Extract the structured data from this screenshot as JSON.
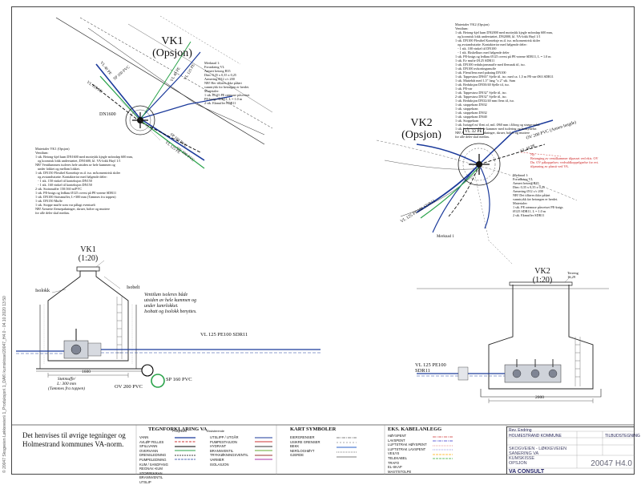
{
  "vk1": {
    "title": "VK1",
    "subtitle": "(Opsjon)",
    "section_title": "VK1",
    "section_scale": "(1:20)",
    "labels": {
      "dn1600": "DN1600",
      "merkeskilt": "Merkeskilt",
      "isolokk": "Isolokk",
      "isobelt": "Isobelt",
      "ventilnote": "Ventilum isoleres både\nutsiden av hele kummen og\nunder lumrlokket.\nIsobatt og Isolokk benyttes.",
      "vl_pipe": "VL 125 PE100 SDR11",
      "stossmuffe": "Støtmuffe/",
      "stossmuffe2": "L: 300 mm",
      "stossmuffe3": "(Tømmes fra toppen)",
      "dim_width": "1600",
      "ov": "OV 200 PVC",
      "sp": "SP 160 PVC",
      "pipe_vl125": "VL 125 PE",
      "pipe_sp160": "SP 160 PVC",
      "pipe_ov200": "OV 200 PVC"
    },
    "notes_right": "Merknad 1:\nForankring VL\nArmert betong B35\nDim: 0,35 x 0,35 x 0,25\nArmering Ø12 c/c 200\nNB! Her tilføres ikke påført\nvanntrykk for betongen er herdet.\nMaterialer:\n1 stk. Ø125 PE rørmuse påsveiset\nPE-knigs SDR11, L = 1.0 m\n2 stk. Ekmuffer SDR11",
    "materials": "Materialer VK1 (Opsjon)\nVentilum:\n1 stk. Betong-kjel kum DN1600 med mottrykk kjegle m/innløp 600 mm,\n   og koonsisk lokk understøttet, DN1600, kl. VA-lokk Huyl 1/1\nNB! Ventilummen isoleres hele utsiden av hele kummen og\n   under lokket og mellom lokket.\n1 stk. DN150 Flexibel Konteksje m.tl. iso. m/konsentrisk skiler\n   og avstandsstøtte. Kontakterior med følgende deler:\n   - 1 stk. 150 vinkel til konteksjon DN150\n   - 1 stk. 160 vinkel til konteksjon DN150\n2 stk. Stoismuffer 150/160 m/PVC\n1 stk. PE-knigs og ledknu Ø125 overst på PE-rørene SDR11\n1 stk. DN100 Stoismuffer, L=300 mm (Tømmes fra toppen)\n1 stk. DN150 Muffe\n1 stk. Stoppe muffe som var pålagt eventuelt\nNB! Armerte flensepakninger, skruer, bolter og muttere\nfor alle deler skal medtas."
  },
  "vk2": {
    "title": "VK2",
    "subtitle": "(Opsjon)",
    "section_title": "VK2",
    "section_scale": "(1:20)",
    "labels": {
      "vl32": "VL 32 PE",
      "vl40": "VL 40 PE",
      "ov200": "OV 200 PVC (Annen lengde)",
      "vl125": "VL 125 PE100 SDR11",
      "merknad": "Merknad 1",
      "terreng": "Terreng",
      "terreng_val": "16,29",
      "dim_width": "2000",
      "vl_pipe": "VL 125 PE100",
      "vl_pipe2": "SDR11",
      "red_note": "Ny:\nBetonging av ventilkammer tilpasset ved ekis. OV\nDn. OV påkoppelses: vedvaldkoppelgaelse for evt.\ntilpasning av plassit ved VA.",
      "sp200": "SP 200 PVC"
    },
    "notes_top": "Materialer VK2 (Opsjon)\nVentilum:\n1 stk. Betong-kjel kum DN2000 med mottrykk kjegle m/innløp 600 mm,\n   og koonsisk lokk understøttet, DN2000, kl. VA-lokk Huyl 1/1\n1 stk. DN100 Flexibel Konteksje m.tl. iso. m/konsentrisk skiler\n   og avstandsstøtte. Kontakterior med følgende deler:\n   - 1 stk. 100 vinkel til DN100\n   - 1 stk. Ekskelkurs med følgende deler\n1 stk. PE-knigs og ledknu Ø125 overst på PE-rørene SDR11, L = 1.0 m\n1 stk. Ev mufte Ø125 SDR11\n1 stk. DN100 reduksjonsmuffe med flensnak til, iso.\n1 stk. DN100 avkortingsmuffe\n1 stk. Flensflens med pakning DN100\n1 stk. Tappestuss DN65\" Sjelle til, iso. med ca. 1,5 m PE-rør Ø63 SDR11\n1 stk. Muttebåt med 1,5\" lang \"x 2\" stk. Sum\n1 stk. Reduksjon DN50/40 Sjelle til, iso.\n1 stk. PE-rør\n1 stk. Tappestuss DN32\" Sjelle til, iso.\n2 stk. Tappestuss DN32\" Sjelle til, iso.\n1 stk. Reduksjon DN32/40 mm flens til, iso.\n1 stk. stoppekran DN32\n1 stk. stoppekran\n1 stk. stoppekran DN32\n1 stk. stoppekran DN40\n1 stk. Stoppekran\n1 stk. Isotagel m/ fleni af, mtl. Ø60 mm i ålforg og strøge-mått.\n1 stk. Isolasjon til hele kammer med isolering og beskyttelse.\nNB! Armerte flensepakninger, skruer, bolter og muttere\nfor alle deler skal medtas.",
    "notes_right": "Merknad 1:\nForankring VL\nArmert betong B35\nDim: 0,35 x 0,35 x 0,25\nArmering Ø12 c/c 200\nNB! Det tilføres ikke påført\nvanntrykk før betongen er herdet.\nMaterialer:\n1 stk. PE rørmuse påsveiset PE-knigs\nØ125 SDR11, L = 1.0 m\n2 stk. Ekmuffer SDR11"
  },
  "reference_text": "Det henvises til øvrige tegninger og\nHolmestrand kommunes VA-norm.",
  "legend": {
    "va_title": "TEGNFORKLARING VA",
    "va_col1": "VANN\nAVLØP FELLES\nSPILLVANN\nOVERVANN\nDRENSLEDNING\nPUMPELEDNING\nKUM / SANDFANG\nREGNAV.-KUM\nSTOPPEKRAN\nBRANNVENTIL\nUTSLIP",
    "va_col2": "UTSLIPP / UTGÅR\nPUMPESTASJON\nHYDRANT\nBRANNVENTIL\nTRYKKØKNINGSVENTIL\nVARMER\nISOLASJON",
    "kart_title": "KART SYMBOLER",
    "kart_col": "EIERGRENSER\nUSIKRE GRENSER\nBEKK\nNER/LOGHØYT\nGJERDE",
    "kabel_title": "EKS. KABELANLEGG",
    "kabel_col": "HØYSPENT\nLAVSPENT\nLUFTSTRAK HØYSPENT\nLUFTSTRAK LAVSPENT\nVEILYS\nTELEKABEL\nTRAFO\nEL-SKAP\nMAST/STOLPE",
    "header_existing": "Eksisterende",
    "header_planned": "Prosjektert"
  },
  "title_block": {
    "rev_header": "Rev. Endring",
    "client": "HOLMESTRAND KOMMUNE",
    "tender": "TILBUDSTEGNING",
    "project1": "SKOGVEIEN - LØKKEVEIEN",
    "project2": "SANERING VA",
    "project3": "KUMSKISSE",
    "project4": "OPSJON",
    "number": "20047 H4.0",
    "company": "VA CONSULT"
  },
  "margin_text": "© 20047 Skogveien Løkkeveien\\ 1_Produksjon\\ 1_DAK\\ kumskisse\\20047_H4.0 - 04.10.2020 13:50"
}
